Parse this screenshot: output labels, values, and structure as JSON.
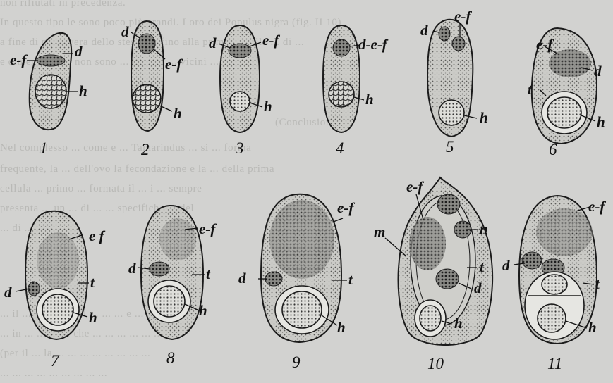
{
  "bleed_through_text": [
    "non rifiutati in precedenza.",
    "In questo tipo le sono poco più grandi. Loro dei Populus nigra (fig. II 10)",
    "a fine di primavera dello stesso ... fino alla prima ... della ... di ...",
    "e dimensioni ... non sono ... al ... in ... vicini ...",
    "(Conclusione).",
    "Nel complesso ... come e ... Tamarindus ... si ... forma",
    "frequente, la ... dell'ovo la fecondazione e la ... della prima",
    "cellula ... primo ... formata il ... i ... sempre",
    "presenta ... un ... di ... ... specifiche ... del",
    "... di ... di ...",
    "... il ... della ... del ... ... ... e ...",
    "... in ... ... ... ... che ... ... ... ... ... ... ...",
    "(per il ... la ... ... ... ... ... ... ... ...",
    "... ... ... ... ... ... ... ... ..."
  ],
  "figures": [
    {
      "number": "1",
      "labels": [
        "e-f",
        "d",
        "h"
      ]
    },
    {
      "number": "2",
      "labels": [
        "d",
        "e-f",
        "h"
      ]
    },
    {
      "number": "3",
      "labels": [
        "d",
        "e-f",
        "h"
      ]
    },
    {
      "number": "4",
      "labels": [
        "d-e-f",
        "h"
      ]
    },
    {
      "number": "5",
      "labels": [
        "d",
        "e-f",
        "h"
      ]
    },
    {
      "number": "6",
      "labels": [
        "e-f",
        "d",
        "t",
        "h"
      ]
    },
    {
      "number": "7",
      "labels": [
        "e f",
        "d",
        "t",
        "h"
      ]
    },
    {
      "number": "8",
      "labels": [
        "e-f",
        "d",
        "t",
        "h"
      ]
    },
    {
      "number": "9",
      "labels": [
        "e-f",
        "d",
        "t",
        "h"
      ]
    },
    {
      "number": "10",
      "labels": [
        "e-f",
        "m",
        "n",
        "t",
        "d",
        "h"
      ]
    },
    {
      "number": "11",
      "labels": [
        "e-f",
        "d",
        "t",
        "h"
      ]
    }
  ],
  "colors": {
    "paper": "#d2d2d0",
    "ink": "#111111"
  }
}
